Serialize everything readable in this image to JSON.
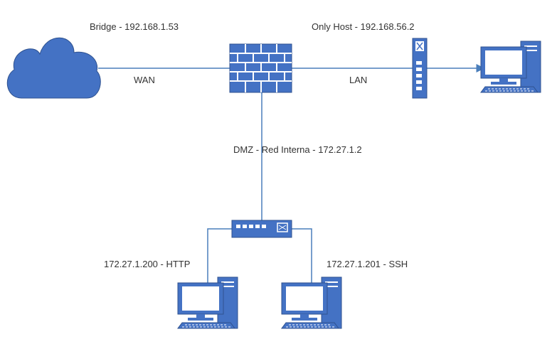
{
  "labels": {
    "bridge": "Bridge - 192.168.1.53",
    "wan": "WAN",
    "only_host": "Only Host - 192.168.56.2",
    "lan": "LAN",
    "dmz": "DMZ -  Red Interna - 172.27.1.2",
    "http_host": "172.27.1.200 - HTTP",
    "ssh_host": "172.27.1.201 - SSH"
  },
  "colors": {
    "device_fill": "#4472c4",
    "device_stroke": "#2f528f",
    "line": "#4a7ebb",
    "text": "#333333"
  },
  "icons": {
    "internet": "cloud-icon",
    "firewall": "firewall-icon",
    "lan_device": "modem-icon",
    "lan_client": "workstation-icon",
    "dmz_switch": "switch-icon",
    "http_server": "workstation-icon",
    "ssh_server": "workstation-icon"
  }
}
